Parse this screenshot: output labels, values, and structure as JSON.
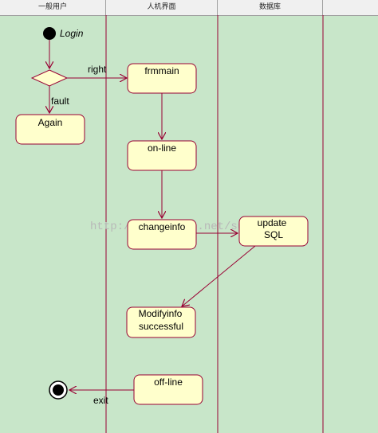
{
  "swimlanes": [
    {
      "label": "一般用户"
    },
    {
      "label": "人机界面"
    },
    {
      "label": "数据库"
    },
    {
      "label": ""
    }
  ],
  "nodes": {
    "login": "Login",
    "again": "Again",
    "frmmain": "frmmain",
    "online": "on-line",
    "changeinfo": "changeinfo",
    "update_sql": [
      "update",
      "SQL"
    ],
    "modifyinfo": [
      "Modifyinfo",
      "successful"
    ],
    "offline": "off-line"
  },
  "edges": {
    "right": "right",
    "fault": "fault",
    "exit": "exit"
  },
  "watermark": "http://blog.csdn.net/sunmin16",
  "colors": {
    "background": "#c8e6c9",
    "node_fill": "#ffffcc",
    "node_stroke": "#990033",
    "edge": "#990033"
  }
}
